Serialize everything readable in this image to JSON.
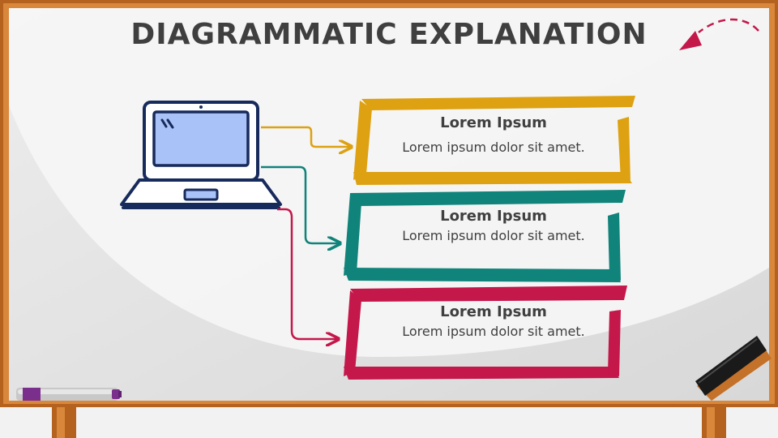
{
  "title": "DIAGRAMMATIC EXPLANATION",
  "colors": {
    "frame": "#b5621e",
    "frame_light": "#d9873a",
    "board": "#f3f3f3",
    "text": "#3f3f3f",
    "laptop_outline": "#172a5c",
    "laptop_screen": "#a9c2f7",
    "yellow": "#dda112",
    "teal": "#10837a",
    "crimson": "#c4174a",
    "marker_purple": "#7a2f8d",
    "arrow": "#c4174a"
  },
  "icons": {
    "laptop": "laptop-icon",
    "curved_arrow": "curved-arrow-icon",
    "marker": "marker-icon",
    "eraser": "eraser-icon"
  },
  "boxes": [
    {
      "heading": "Lorem Ipsum",
      "body": "Lorem ipsum dolor sit amet.",
      "color": "yellow"
    },
    {
      "heading": "Lorem Ipsum",
      "body": "Lorem ipsum dolor sit amet.",
      "color": "teal"
    },
    {
      "heading": "Lorem Ipsum",
      "body": "Lorem ipsum dolor sit amet.",
      "color": "crimson"
    }
  ]
}
